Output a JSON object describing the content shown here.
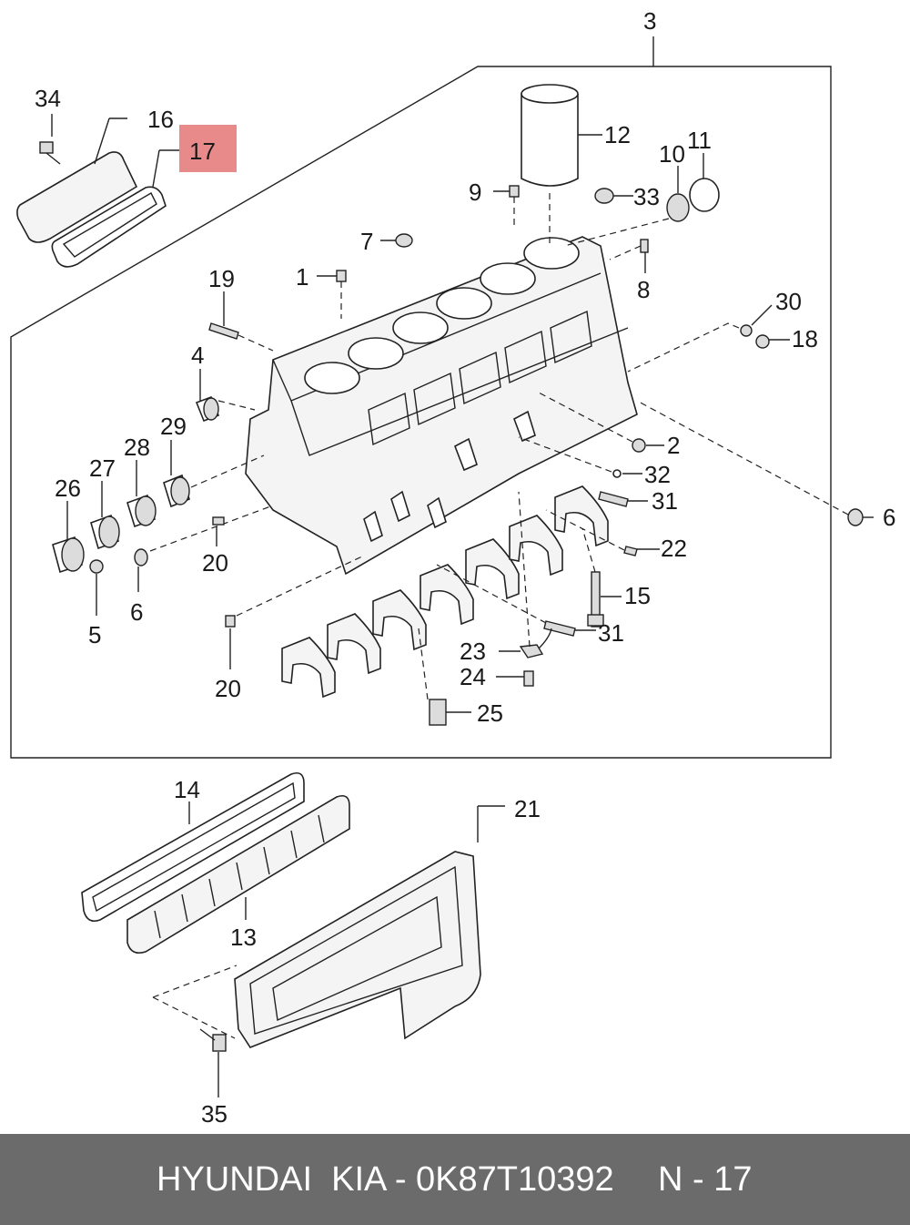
{
  "highlight_color": "#e98a8a",
  "footer": {
    "part_code": "HYUNDAI  KIA - 0K87T10392",
    "reference": "N - 17"
  },
  "callouts": {
    "c1": "1",
    "c2": "2",
    "c3": "3",
    "c4": "4",
    "c5": "5",
    "c6a": "6",
    "c6b": "6",
    "c7": "7",
    "c8": "8",
    "c9": "9",
    "c10": "10",
    "c11": "11",
    "c12": "12",
    "c13": "13",
    "c14": "14",
    "c15": "15",
    "c16": "16",
    "c17": "17",
    "c18": "18",
    "c19": "19",
    "c20a": "20",
    "c20b": "20",
    "c21": "21",
    "c22": "22",
    "c23": "23",
    "c24": "24",
    "c25": "25",
    "c26": "26",
    "c27": "27",
    "c28": "28",
    "c29": "29",
    "c30": "30",
    "c31a": "31",
    "c31b": "31",
    "c32": "32",
    "c33": "33",
    "c34": "34",
    "c35": "35"
  }
}
